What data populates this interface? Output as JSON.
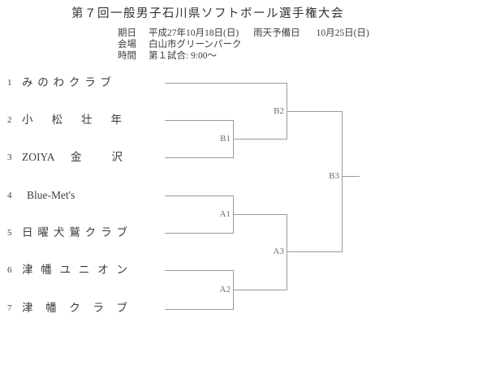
{
  "title": "第７回一般男子石川県ソフトボール選手権大会",
  "info": {
    "rows": [
      {
        "label": "期日",
        "value": "平成27年10月18日(日)",
        "label2": "雨天予備日",
        "value2": "10月25日(日)"
      },
      {
        "label": "会場",
        "value": "白山市グリーンパーク"
      },
      {
        "label": "時間",
        "value": "第１試合: 9:00～"
      }
    ]
  },
  "bracket": {
    "teams": [
      {
        "seed": "1",
        "name": "みのわクラブ"
      },
      {
        "seed": "2",
        "name": "小松壮年"
      },
      {
        "seed": "3",
        "name": "ZOIYA 金 沢"
      },
      {
        "seed": "4",
        "name": "Blue-Met's"
      },
      {
        "seed": "5",
        "name": "日曜犬鷲クラブ"
      },
      {
        "seed": "6",
        "name": "津幡ユニオン"
      },
      {
        "seed": "7",
        "name": "津幡クラブ"
      }
    ],
    "matches": {
      "b1": {
        "label": "B1"
      },
      "b2": {
        "label": "B2"
      },
      "b3": {
        "label": "B3"
      },
      "a1": {
        "label": "A1"
      },
      "a2": {
        "label": "A2"
      },
      "a3": {
        "label": "A3"
      }
    }
  }
}
